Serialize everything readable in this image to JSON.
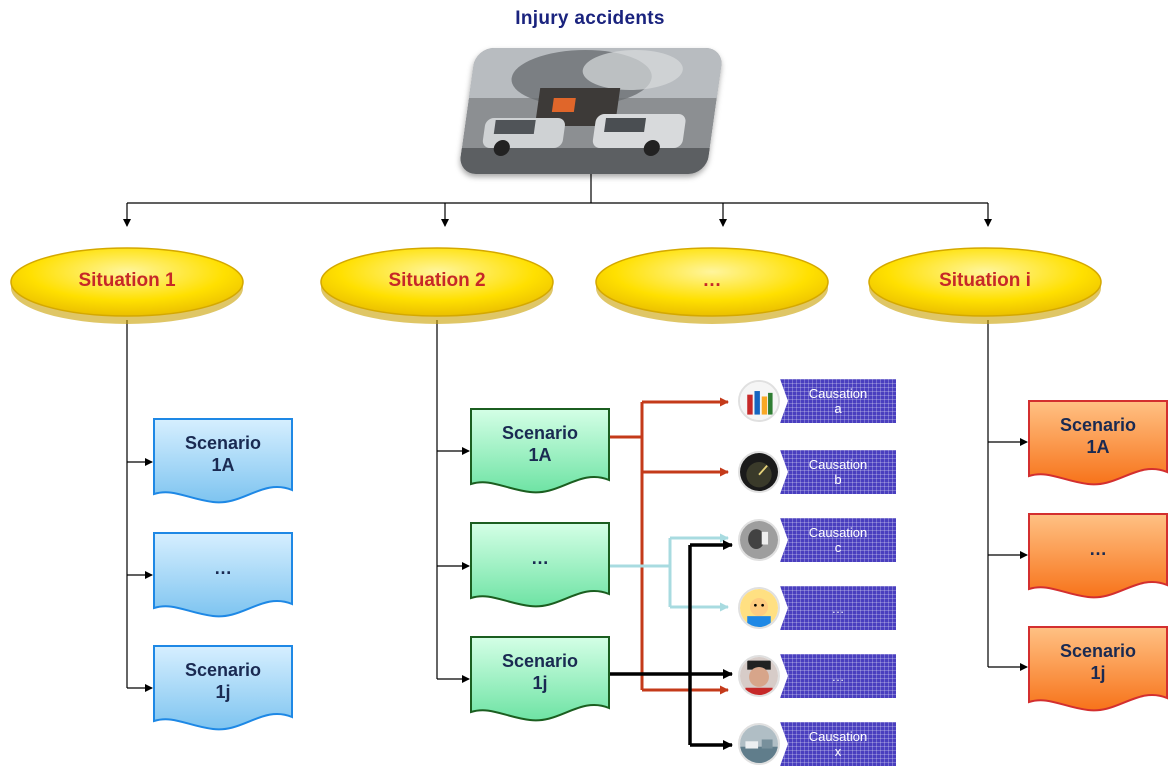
{
  "title": "Injury accidents",
  "situations": [
    "Situation 1",
    "Situation 2",
    "…",
    "Situation i"
  ],
  "scenarios_col1": [
    "Scenario\n1A",
    "…",
    "Scenario\n1j"
  ],
  "scenarios_col2": [
    "Scenario\n1A",
    "…",
    "Scenario\n1j"
  ],
  "scenarios_col3": [
    "Scenario\n1A",
    "…",
    "Scenario\n1j"
  ],
  "causations": [
    "Causation\na",
    "Causation\nb",
    "Causation\nc",
    "…",
    "…",
    "Causation\nx"
  ],
  "colors": {
    "situation_fill": "#ffd600",
    "situation_text": "#c62828",
    "scenario_blue": "#9fd4f5",
    "scenario_green": "#8ff0b8",
    "scenario_orange": "#fb8c2a",
    "causation_fill": "#4a3fbf",
    "link_red": "#c43a1a",
    "link_light": "#a8dbe0",
    "link_black": "#000000",
    "title_color": "#1a237e"
  }
}
